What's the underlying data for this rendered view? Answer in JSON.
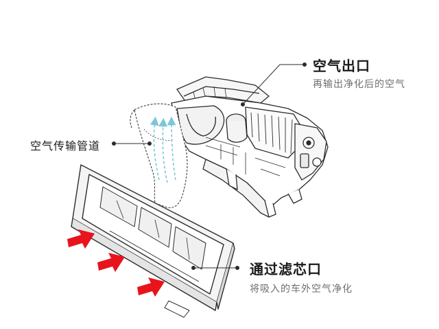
{
  "labels": {
    "air_outlet": {
      "title": "空气出口",
      "subtitle": "再输出净化后的空气"
    },
    "air_duct": {
      "title": "空气传输管道"
    },
    "filter_inlet": {
      "title": "通过滤芯口",
      "subtitle": "将吸入的车外空气净化"
    }
  },
  "colors": {
    "arrow": "#e8141c",
    "airflow": "#7cc6d8",
    "line": "#2b2b2b",
    "subtitle": "#6e6e6e"
  },
  "icons": {
    "inflow_arrows": "red-arrow-icon",
    "airflow": "airflow-arrow-icon"
  }
}
